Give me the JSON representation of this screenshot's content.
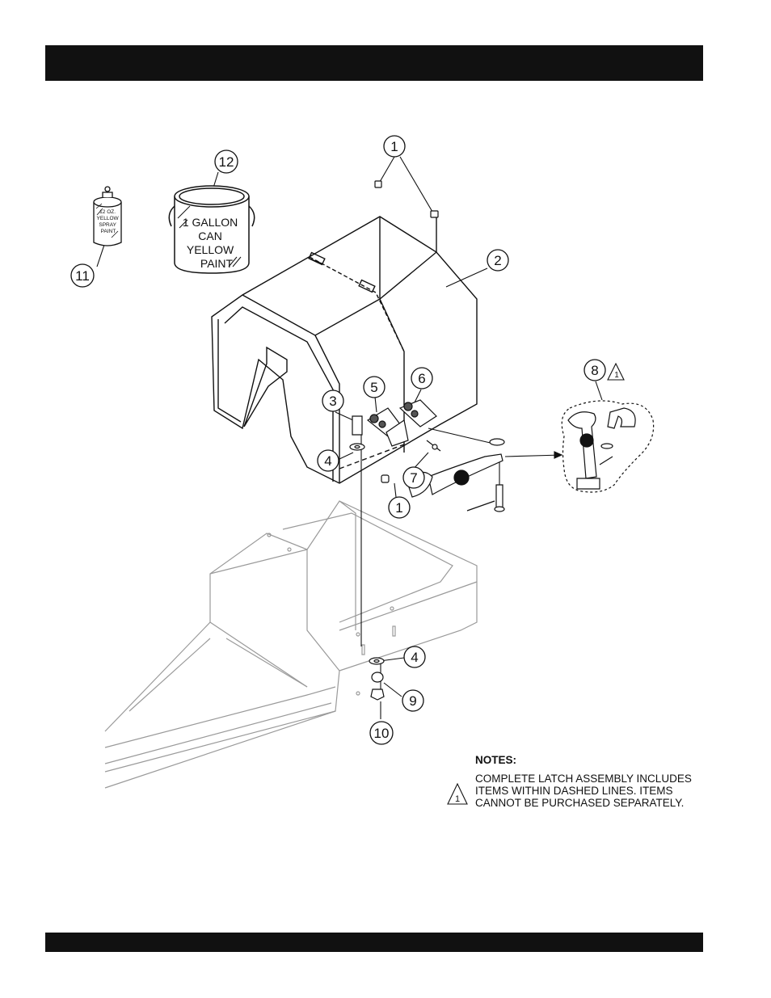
{
  "header": {
    "title": ""
  },
  "footer": {
    "text": ""
  },
  "paint_can": {
    "lines": [
      "1 GALLON",
      "CAN",
      "YELLOW",
      "PAINT"
    ]
  },
  "spray_can": {
    "lines": [
      "12 OZ.",
      "YELLOW",
      "SPRAY",
      "PAINT"
    ]
  },
  "callouts": {
    "c1a": "1",
    "c1b": "1",
    "c2": "2",
    "c3": "3",
    "c4a": "4",
    "c4b": "4",
    "c5": "5",
    "c6": "6",
    "c7": "7",
    "c8": "8",
    "c9": "9",
    "c10": "10",
    "c11": "11",
    "c12": "12"
  },
  "note_marker": "1",
  "notes": {
    "title": "NOTES:",
    "body": "COMPLETE LATCH ASSEMBLY INCLUDES ITEMS WITHIN DASHED LINES. ITEMS CANNOT BE PURCHASED SEPARATELY."
  }
}
